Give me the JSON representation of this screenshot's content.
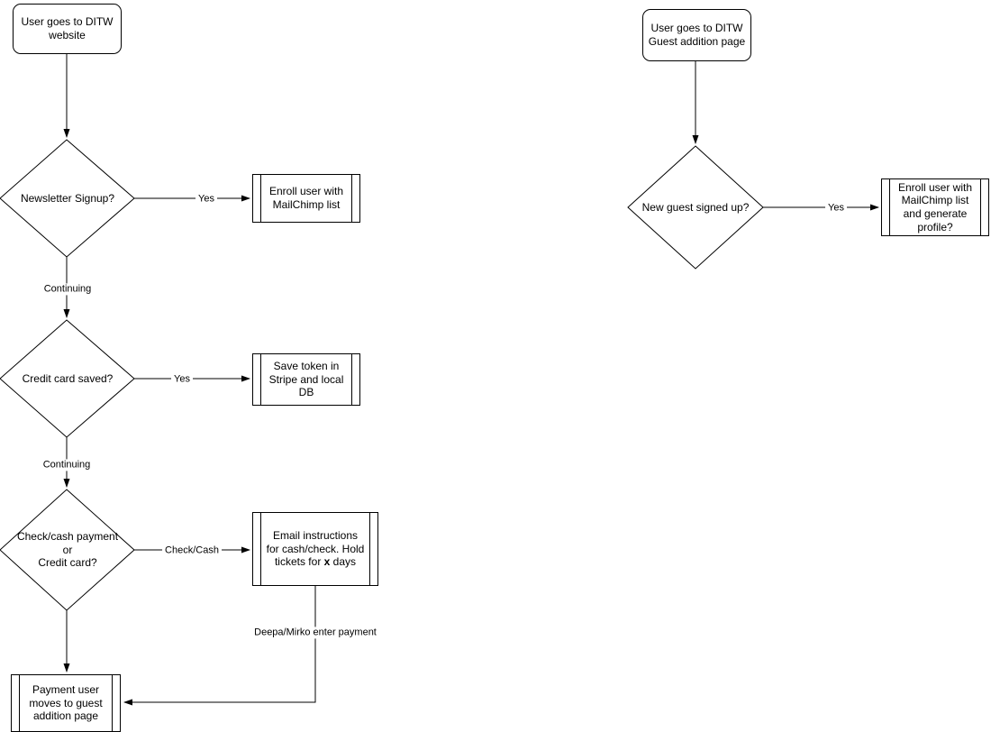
{
  "colors": {
    "stroke": "#000000",
    "background": "#ffffff"
  },
  "left": {
    "start": "User goes to DITW\nwebsite",
    "decision_newsletter": "Newsletter Signup?",
    "yes1": "Yes",
    "process_enroll": "Enroll user with\nMailChimp list",
    "continuing1": "Continuing",
    "decision_credit_saved": "Credit card saved?",
    "yes2": "Yes",
    "process_save_token": "Save token in\nStripe and local\nDB",
    "continuing2": "Continuing",
    "decision_payment": "Check/cash payment\nor\nCredit card?",
    "check_cash": "Check/Cash",
    "process_email_pre": "Email instructions\nfor cash/check. Hold\ntickets for ",
    "process_email_bold": "x",
    "process_email_post": " days",
    "deepa_mirko": "Deepa/Mirko enter payment",
    "end": "Payment user\nmoves to guest\naddition page"
  },
  "right": {
    "start": "User goes to DITW\nGuest addition page",
    "decision_new_guest": "New guest signed up?",
    "yes": "Yes",
    "process_enroll_profile": "Enroll user with\nMailChimp list\nand generate\nprofile?"
  }
}
